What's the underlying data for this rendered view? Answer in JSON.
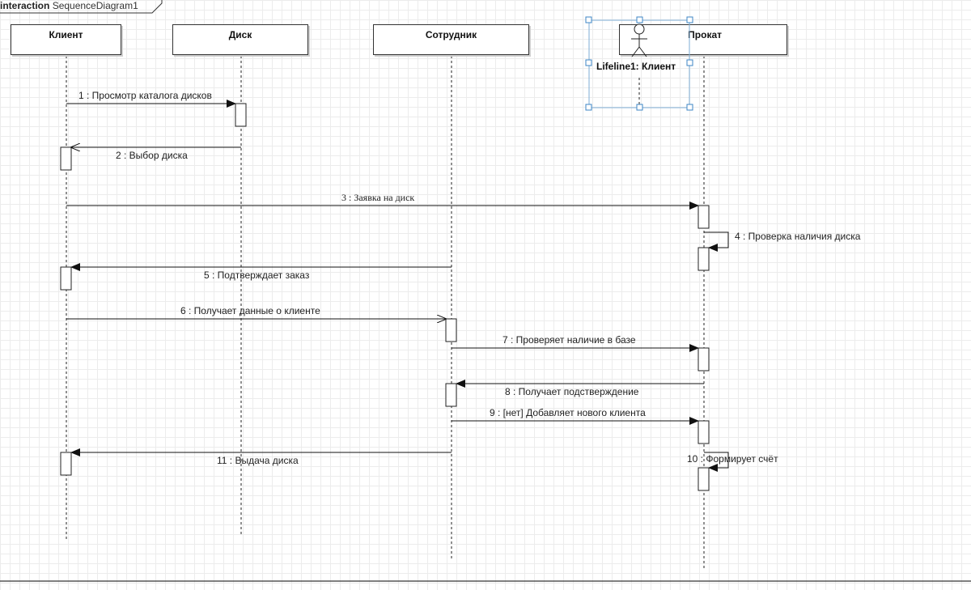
{
  "frame": {
    "keyword": "interaction",
    "name": "SequenceDiagram1"
  },
  "lifelines": [
    {
      "id": "client",
      "label": "Клиент"
    },
    {
      "id": "disk",
      "label": "Диск"
    },
    {
      "id": "employee",
      "label": "Сотрудник"
    },
    {
      "id": "rental",
      "label": "Прокат"
    }
  ],
  "actor": {
    "label": "Lifeline1: Клиент"
  },
  "messages": [
    {
      "label": "1 : Просмотр каталога дисков"
    },
    {
      "label": "2 : Выбор диска"
    },
    {
      "label": "3 : Заявка на диск"
    },
    {
      "label": "4 : Проверка наличия диска"
    },
    {
      "label": "5 : Подтверждает заказ"
    },
    {
      "label": "6 : Получает данные о клиенте"
    },
    {
      "label": "7 : Проверяет наличие в базе"
    },
    {
      "label": "8 : Получает  подстверждение"
    },
    {
      "label": "9 : [нет] Добавляет нового клиента"
    },
    {
      "label": "10 : Формирует счёт"
    },
    {
      "label": "11 : Выдача диска"
    }
  ]
}
